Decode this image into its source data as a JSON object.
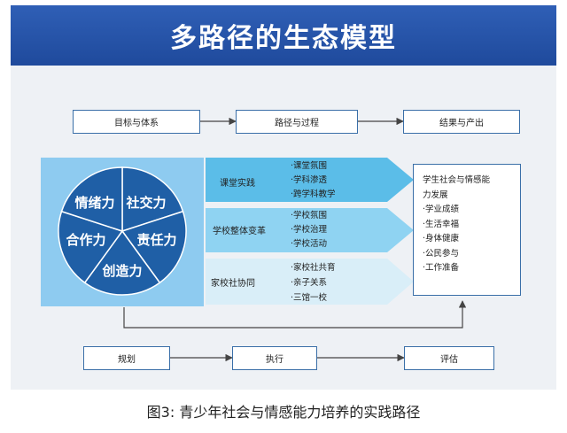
{
  "title": "多路径的生态模型",
  "top_flow": [
    "目标与体系",
    "路径与过程",
    "结果与产出"
  ],
  "wheel": [
    "情绪力",
    "社交力",
    "责任力",
    "创造力",
    "合作力"
  ],
  "paths": [
    {
      "label": "课堂实践",
      "items": [
        "·课堂氛围",
        "·学科渗透",
        "·跨学科教学"
      ]
    },
    {
      "label": "学校整体变革",
      "items": [
        "·学校氛围",
        "·学校治理",
        "·学校活动"
      ]
    },
    {
      "label": "家校社协同",
      "items": [
        "·家校社共育",
        "·亲子关系",
        "·三馆一校"
      ]
    }
  ],
  "outcome": {
    "heading": [
      "学生社会与情感能",
      "力发展"
    ],
    "items": [
      "·学业成绩",
      "·生活幸福",
      "·身体健康",
      "·公民参与",
      "·工作准备"
    ]
  },
  "bottom_flow": [
    "规划",
    "执行",
    "评估"
  ],
  "caption": "图3: 青少年社会与情感能力培养的实践路径",
  "colors": {
    "banner": "#2a58ad",
    "wheel": "#1f5fa6",
    "wheel_bg": "#8ecbf0",
    "path": "#5bbde8",
    "border": "#3a6fa8"
  }
}
